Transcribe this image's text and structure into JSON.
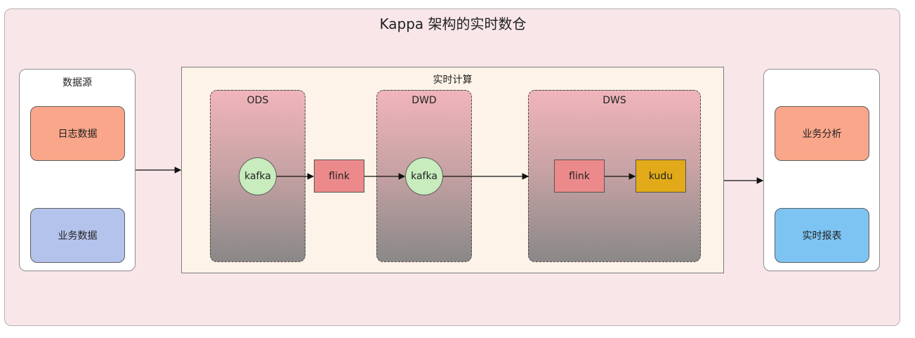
{
  "diagram": {
    "title": "Kappa 架构的实时数仓",
    "source_panel": {
      "title": "数据源",
      "items": [
        "日志数据",
        "业务数据"
      ]
    },
    "compute_panel": {
      "title": "实时计算",
      "layers": [
        {
          "name": "ODS",
          "node": "kafka"
        },
        {
          "name": "DWD",
          "node": "kafka"
        },
        {
          "name": "DWS",
          "nodes": [
            "flink",
            "kudu"
          ]
        }
      ],
      "between_node": "flink"
    },
    "output_panel": {
      "items": [
        "业务分析",
        "实时报表"
      ]
    },
    "colors": {
      "log_data": "#f9a68a",
      "business_data": "#b3c3ec",
      "analysis": "#f9a68a",
      "report": "#7dc4f3",
      "kafka": "#c8ecbe",
      "flink": "#ec8a8b",
      "kudu": "#e2aa18"
    }
  }
}
